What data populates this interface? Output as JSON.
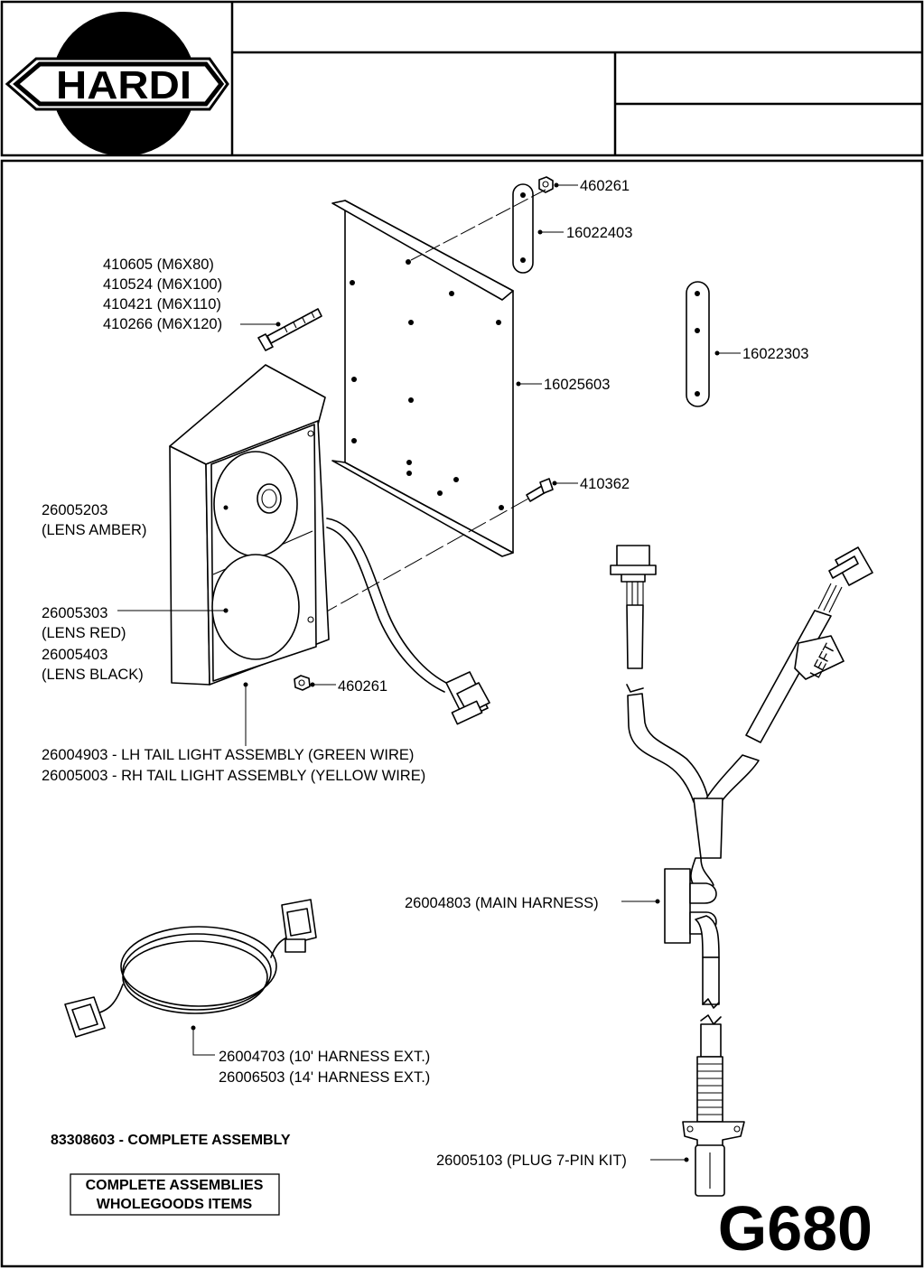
{
  "title_block": {
    "logo_text": "HARDI",
    "sheet_number": "G680"
  },
  "callouts": {
    "nut_top": "460261",
    "strap_top": "16022403",
    "bolt_80": "410605 (M6X80)",
    "bolt_100": "410524 (M6X100)",
    "bolt_110": "410421 (M6X110)",
    "bolt_120": "410266 (M6X120)",
    "strap_right": "16022303",
    "bracket": "16025603",
    "bolt_small": "410362",
    "lens_amber_pn": "26005203",
    "lens_amber_desc": "(LENS AMBER)",
    "lens_red_pn": "26005303",
    "lens_red_desc": "(LENS RED)",
    "lens_black_pn": "26005403",
    "lens_black_desc": "(LENS BLACK)",
    "nut_bottom": "460261",
    "lh_assembly": "26004903 - LH TAIL LIGHT ASSEMBLY (GREEN WIRE)",
    "rh_assembly": "26005003 - RH TAIL LIGHT ASSEMBLY (YELLOW WIRE)",
    "main_harness": "26004803 (MAIN HARNESS)",
    "ext_10": "26004703 (10' HARNESS EXT.)",
    "ext_14": "26006503 (14' HARNESS EXT.)",
    "plug": "26005103 (PLUG 7-PIN KIT)",
    "tag_left": "LEFT"
  },
  "complete_assembly": "83308603 - COMPLETE ASSEMBLY",
  "assemblies_box": {
    "line1": "COMPLETE ASSEMBLIES",
    "line2": "WHOLEGOODS ITEMS"
  }
}
